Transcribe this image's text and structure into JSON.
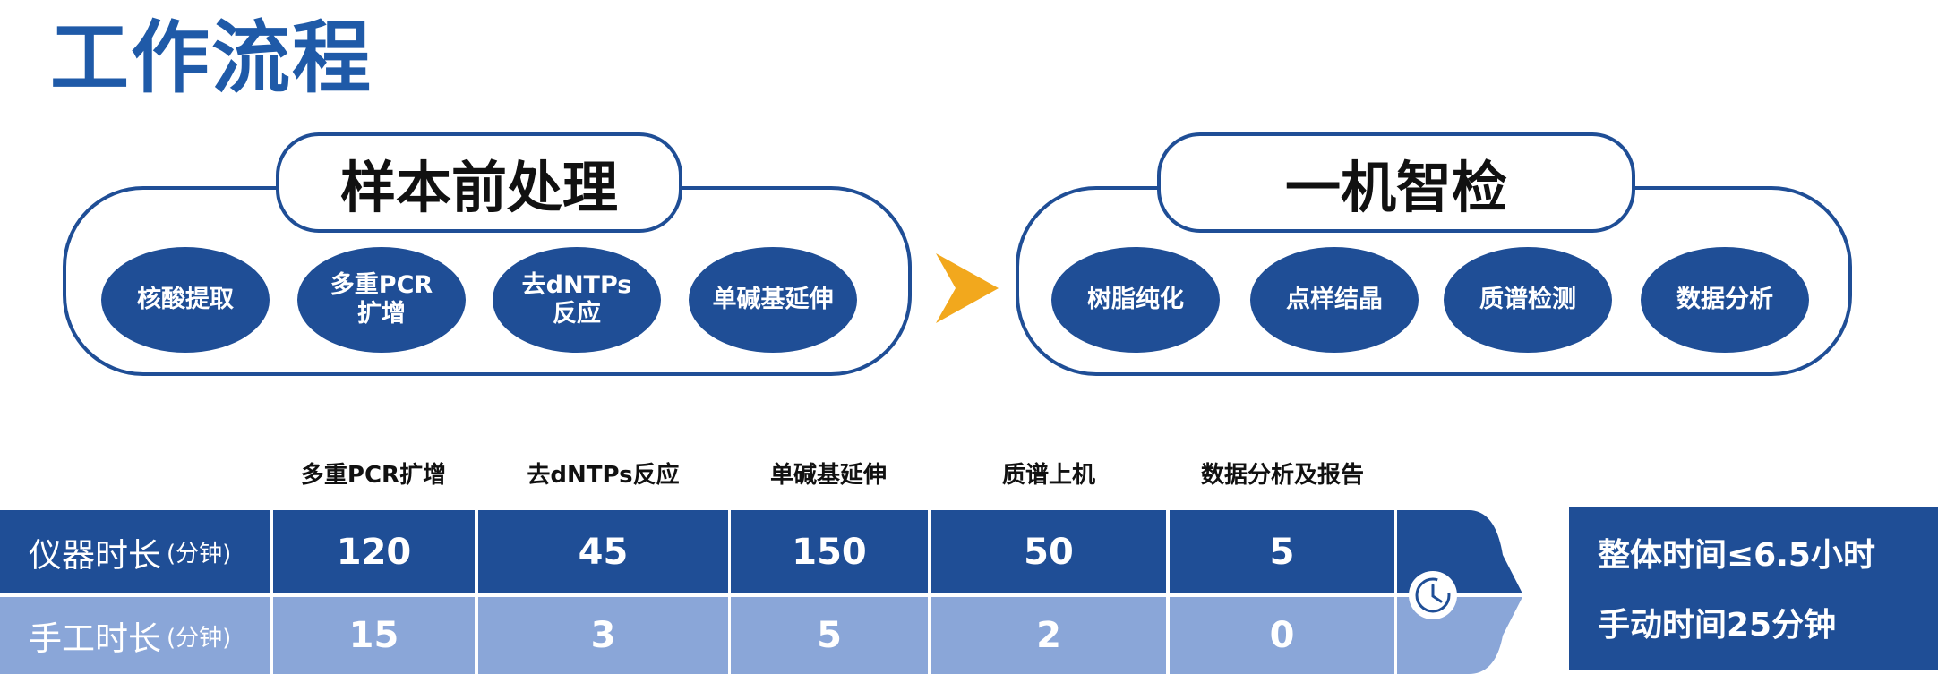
{
  "title": "工作流程",
  "sections": [
    {
      "label": "样本前处理",
      "steps": [
        {
          "line1": "核酸提取",
          "line2": ""
        },
        {
          "line1": "多重PCR",
          "line2": "扩增"
        },
        {
          "line1": "去dNTPs",
          "line2": "反应"
        },
        {
          "line1": "单碱基延伸",
          "line2": ""
        }
      ]
    },
    {
      "label": "一机智检",
      "steps": [
        {
          "line1": "树脂纯化",
          "line2": ""
        },
        {
          "line1": "点样结晶",
          "line2": ""
        },
        {
          "line1": "质谱检测",
          "line2": ""
        },
        {
          "line1": "数据分析",
          "line2": ""
        }
      ]
    }
  ],
  "table": {
    "columns": [
      "多重PCR扩增",
      "去dNTPs反应",
      "单碱基延伸",
      "质谱上机",
      "数据分析及报告"
    ],
    "rows": [
      {
        "label": "仪器时长",
        "unit": "(分钟)",
        "values": [
          "120",
          "45",
          "150",
          "50",
          "5"
        ]
      },
      {
        "label": "手工时长",
        "unit": "(分钟)",
        "values": [
          "15",
          "3",
          "5",
          "2",
          "0"
        ]
      }
    ]
  },
  "summary": {
    "line1": "整体时间≤6.5小时",
    "line2": "手动时间25分钟"
  },
  "icons": {
    "arrow": "chevron-right-arrow-icon",
    "clock": "clock-icon"
  },
  "colors": {
    "primary": "#1f4e96",
    "light": "#8aa6d8",
    "title": "#1f5aa8",
    "arrow": "#f2a81d"
  }
}
